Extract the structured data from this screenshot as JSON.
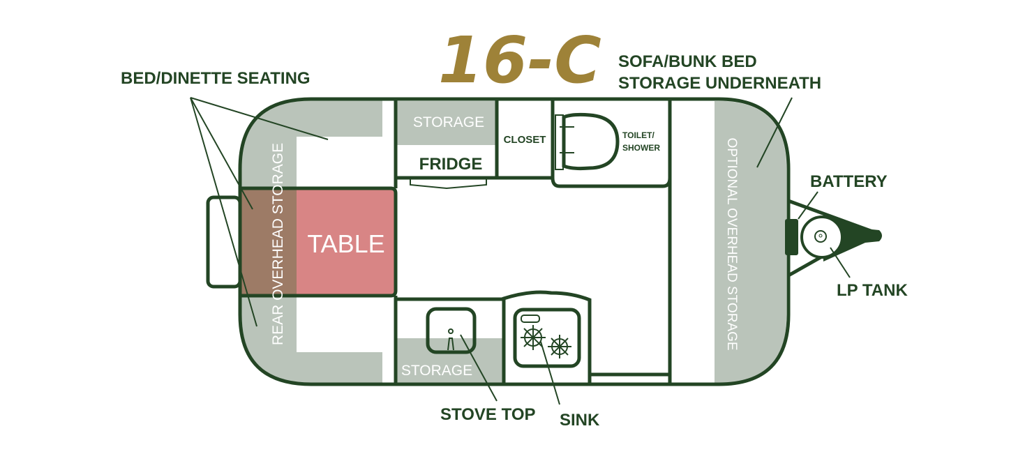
{
  "title": "16-C",
  "labels": {
    "bed_dinette": "BED/DINETTE SEATING",
    "sofa_line1": "SOFA/BUNK BED",
    "sofa_line2": "STORAGE UNDERNEATH",
    "battery": "BATTERY",
    "lp_tank": "LP TANK",
    "stove_top": "STOVE TOP",
    "sink": "SINK",
    "storage_top": "STORAGE",
    "fridge": "FRIDGE",
    "closet": "CLOSET",
    "toilet_line1": "TOILET/",
    "toilet_line2": "SHOWER",
    "table": "TABLE",
    "rear_storage": "REAR OVERHEAD STORAGE",
    "optional_storage": "OPTIONAL OVERHEAD STORAGE",
    "storage_bottom": "STORAGE"
  },
  "colors": {
    "outline": "#234524",
    "storage_fill": "#bac4ba",
    "table_fill": "#d88585",
    "bed_fill": "#9d7b66",
    "title": "#9e8238"
  }
}
